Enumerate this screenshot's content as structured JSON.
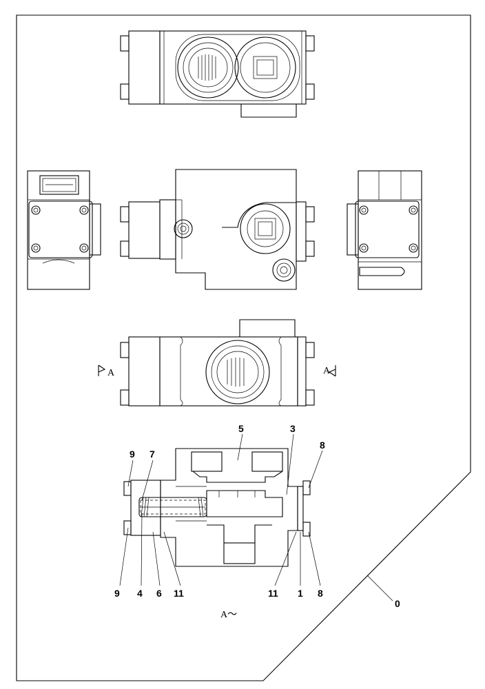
{
  "part_labels": {
    "p5": "5",
    "p3": "3",
    "p9_top": "9",
    "p7": "7",
    "p8_top": "8",
    "p9_bottom": "9",
    "p4": "4",
    "p6": "6",
    "p11_left": "11",
    "p11_right": "11",
    "p1": "1",
    "p8_bottom": "8",
    "p0": "0"
  },
  "section_marks": {
    "left": "A",
    "right": "A",
    "view_title": "A～"
  }
}
